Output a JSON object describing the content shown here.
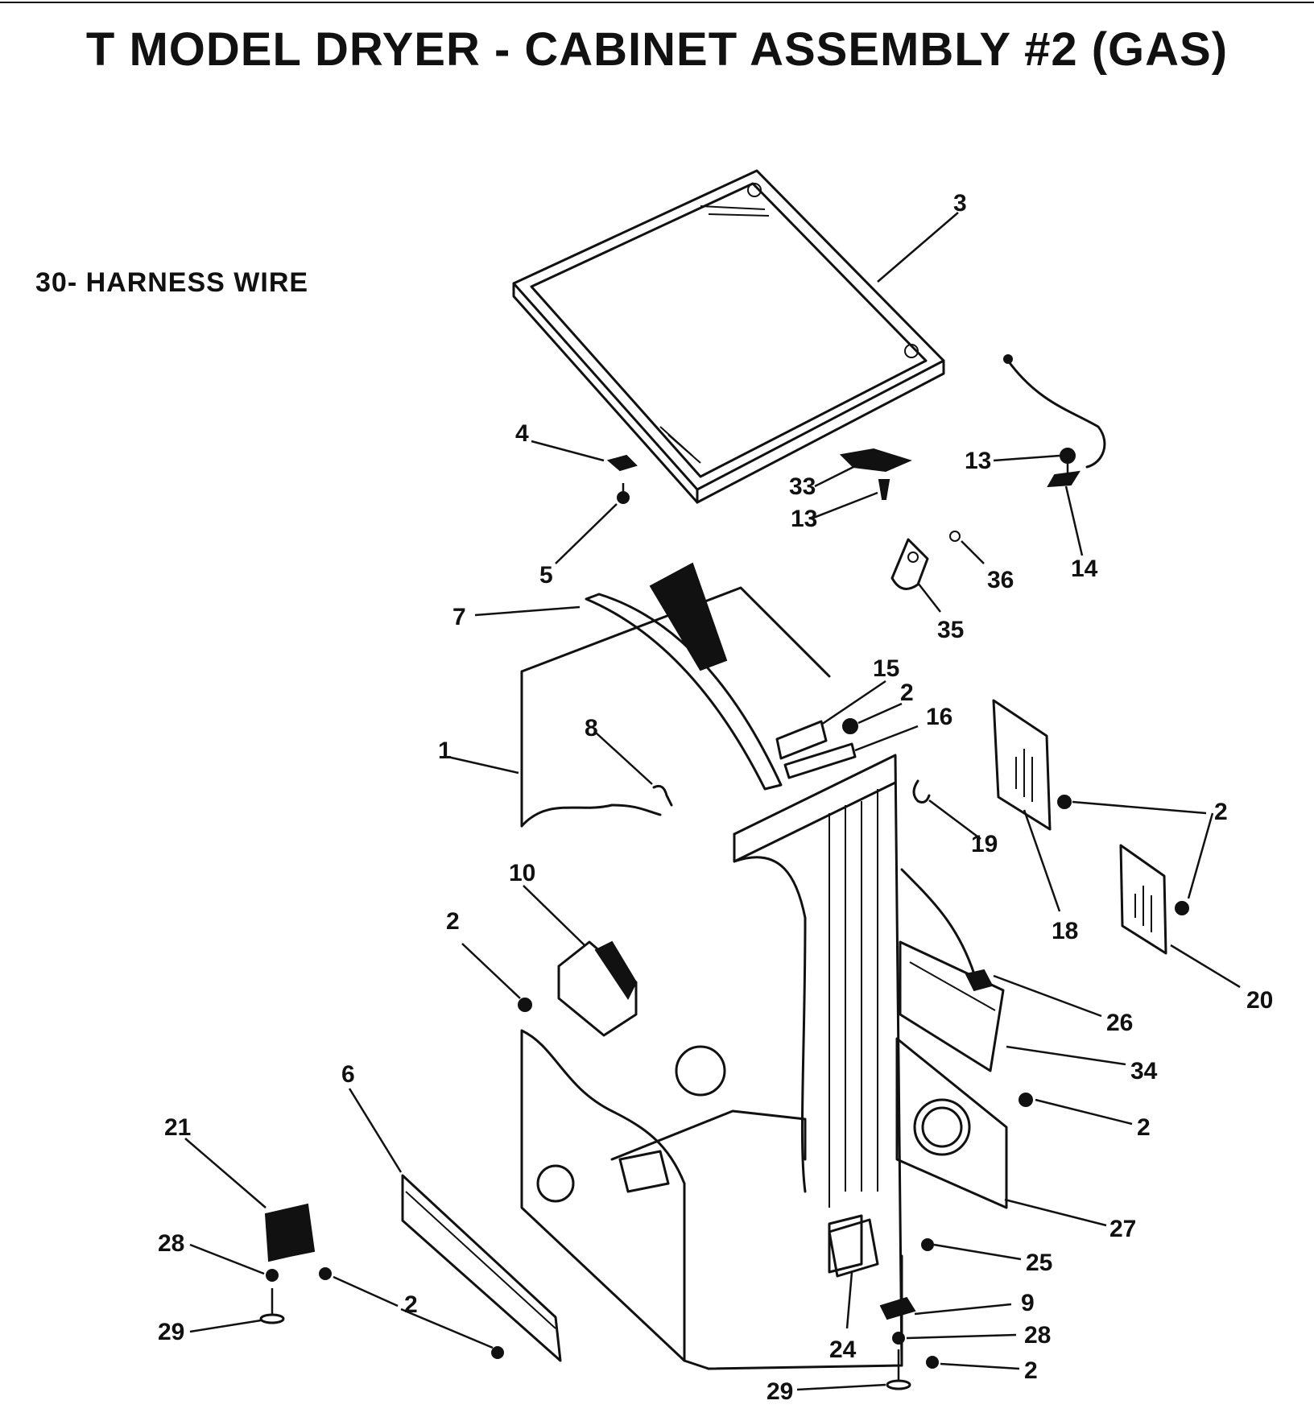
{
  "diagram": {
    "title": "T   MODEL DRYER - CABINET ASSEMBLY  #2  (GAS)",
    "note": "30- HARNESS  WIRE",
    "callouts": [
      {
        "id": "c3",
        "label": "3"
      },
      {
        "id": "c4",
        "label": "4"
      },
      {
        "id": "c5",
        "label": "5"
      },
      {
        "id": "c33",
        "label": "33"
      },
      {
        "id": "c13a",
        "label": "13"
      },
      {
        "id": "c13b",
        "label": "13"
      },
      {
        "id": "c14",
        "label": "14"
      },
      {
        "id": "c36",
        "label": "36"
      },
      {
        "id": "c35",
        "label": "35"
      },
      {
        "id": "c7",
        "label": "7"
      },
      {
        "id": "c15",
        "label": "15"
      },
      {
        "id": "c2a",
        "label": "2"
      },
      {
        "id": "c16",
        "label": "16"
      },
      {
        "id": "c1",
        "label": "1"
      },
      {
        "id": "c8",
        "label": "8"
      },
      {
        "id": "c19",
        "label": "19"
      },
      {
        "id": "c2b",
        "label": "2"
      },
      {
        "id": "c18",
        "label": "18"
      },
      {
        "id": "c20",
        "label": "20"
      },
      {
        "id": "c10",
        "label": "10"
      },
      {
        "id": "c2c",
        "label": "2"
      },
      {
        "id": "c26",
        "label": "26"
      },
      {
        "id": "c34",
        "label": "34"
      },
      {
        "id": "c2d",
        "label": "2"
      },
      {
        "id": "c6",
        "label": "6"
      },
      {
        "id": "c21",
        "label": "21"
      },
      {
        "id": "c27",
        "label": "27"
      },
      {
        "id": "c28a",
        "label": "28"
      },
      {
        "id": "c25",
        "label": "25"
      },
      {
        "id": "c2e",
        "label": "2"
      },
      {
        "id": "c9",
        "label": "9"
      },
      {
        "id": "c29a",
        "label": "29"
      },
      {
        "id": "c28b",
        "label": "28"
      },
      {
        "id": "c24",
        "label": "24"
      },
      {
        "id": "c2f",
        "label": "2"
      },
      {
        "id": "c29b",
        "label": "29"
      }
    ]
  }
}
